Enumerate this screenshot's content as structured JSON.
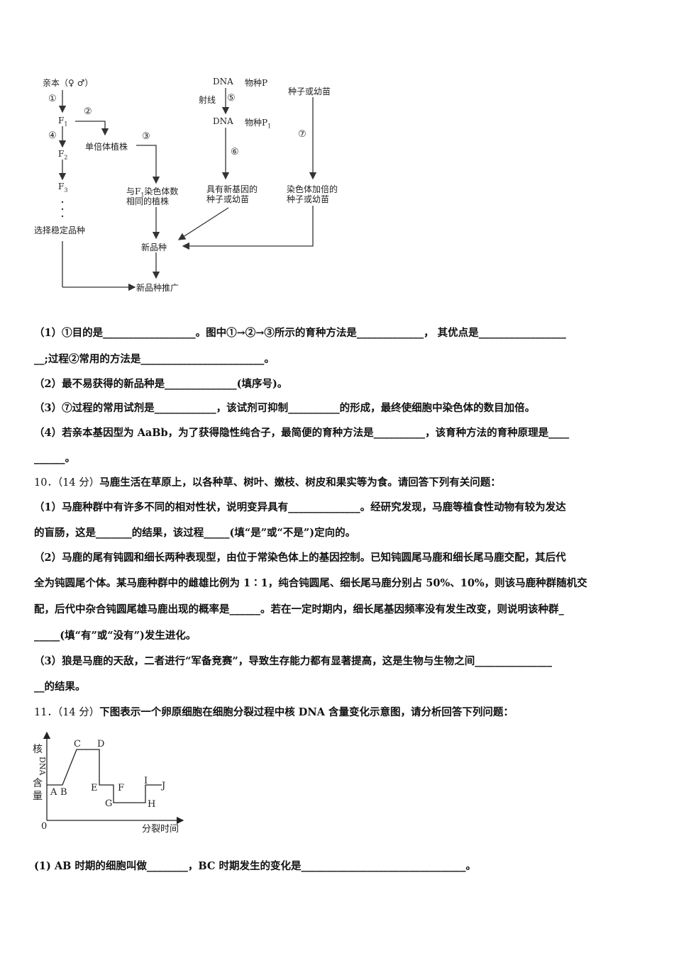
{
  "diagram1": {
    "parent": "亲本（♀ ♂）",
    "s1": "①",
    "f1": "F",
    "f1sub": "1",
    "s2": "②",
    "s4": "④",
    "f2": "F",
    "f2sub": "2",
    "haploid": "单倍体植株",
    "s3": "③",
    "f3": "F",
    "f3sub": "3",
    "same_chrom_a": "与F",
    "same_chrom_sub": "1",
    "same_chrom_b": "染色体数",
    "same_chrom_c": "相同的植株",
    "select_stable": "选择稳定品种",
    "new_variety": "新品种",
    "promotion": "新品种推广",
    "dna1": "DNA",
    "speciesP": "物种P",
    "ray": "射线",
    "s5": "⑤",
    "dna2": "DNA",
    "speciesP1": "物种P",
    "speciesP1sub": "1",
    "s6": "⑥",
    "new_gene_a": "具有新基因的",
    "new_gene_b": "种子或幼苗",
    "seed_top": "种子或幼苗",
    "s7": "⑦",
    "doubled_a": "染色体加倍的",
    "doubled_b": "种子或幼苗"
  },
  "q9": {
    "l1": "（1）①目的是__________________。图中①→②→③所示的育种方法是_____________，  其优点是_________________",
    "l2": "__;过程②常用的方法是________________________。",
    "l3": "（2）最不易获得的新品种是______________(填序号)。",
    "l4": "（3）⑦过程的常用试剂是____________，该试剂可抑制__________的形成，最终使细胞中染色体的数目加倍。",
    "l5": "（4）若亲本基因型为 AaBb，为了获得隐性纯合子，最简便的育种方法是__________，该育种方法的育种原理是____",
    "l6": "______。"
  },
  "q10": {
    "num": "10．（14 分）",
    "head": "马鹿生活在草原上，以各种草、树叶、嫩枝、树皮和果实等为食。请回答下列有关问题：",
    "l1": "（1）马鹿种群中有许多不同的相对性状，说明变异具有______________。经研究发现，马鹿等植食性动物有较为发达",
    "l2": "的盲肠，这是_______的结果，该过程_____(填“是”或“不是”)定向的。",
    "l3": "（2）马鹿的尾有钝圆和细长两种表现型，由位于常染色体上的基因控制。已知钝圆尾马鹿和细长尾马鹿交配，其后代",
    "l4": "全为钝圆尾个体。某马鹿种群中的雌雄比例为 1∶1，纯合钝圆尾、细长尾马鹿分别占 50%、10%，则该马鹿种群随机交",
    "l5": "配，后代中杂合钝圆尾雄马鹿出现的概率是______。若在一定时期内，细长尾基因频率没有发生改变，则说明该种群_",
    "l6": "_____(填“有”或“没有”)发生进化。",
    "l7": "（3）狼是马鹿的天敌，二者进行“军备竞赛”，导致生存能力都有显著提高，这是生物与生物之间_______________",
    "l8": "__的结果。"
  },
  "q11": {
    "num": "11．（14 分）",
    "head": "下图表示一个卵原细胞在细胞分裂过程中核 DNA 含量变化示意图，请分析回答下列问题：",
    "l1": "(1) AB 时期的细胞叫做________，BC 时期发生的变化是________________________________。"
  },
  "graph": {
    "ylabel": [
      "核",
      "DNA",
      "含",
      "量"
    ],
    "xlabel": "分裂时间",
    "origin": "0",
    "points": [
      "A",
      "B",
      "C",
      "D",
      "E",
      "F",
      "G",
      "H",
      "I",
      "J"
    ]
  }
}
